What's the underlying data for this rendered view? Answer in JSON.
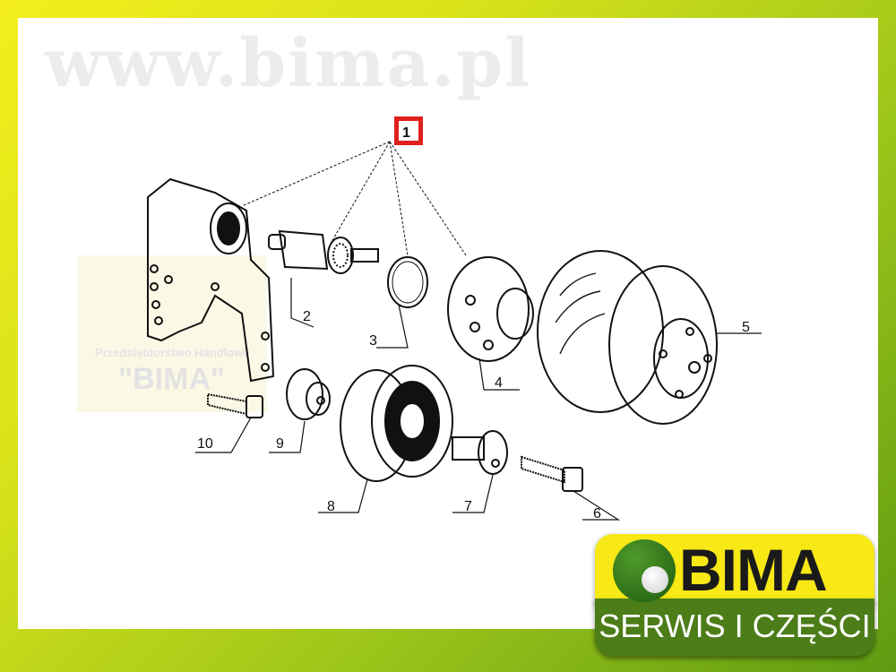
{
  "diagram": {
    "callouts": [
      "1",
      "2",
      "3",
      "4",
      "5",
      "6",
      "7",
      "8",
      "9",
      "10"
    ],
    "highlight_color": "#e0201c"
  },
  "watermark": {
    "url": "www.bima.pl",
    "company": "Przedsiębiorstwo Handlowe",
    "name": "\"BIMA\""
  },
  "logo": {
    "name": "BIMA",
    "tagline": "SERWIS I CZĘŚCI"
  }
}
